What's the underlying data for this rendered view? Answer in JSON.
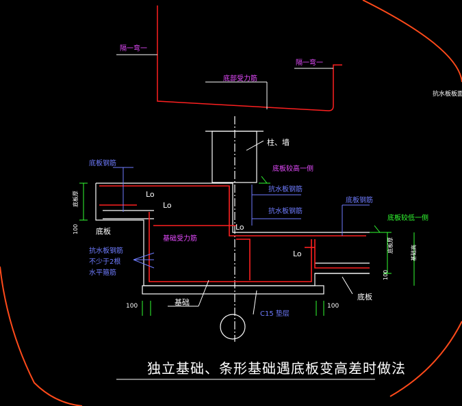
{
  "labels": {
    "gap_one_bend_left": "隔一弯一",
    "gap_one_bend_right": "隔一弯一",
    "bottom_main_rebar": "底部受力筋",
    "anti_water_slab_top_right": "抗水板板面筋",
    "column_wall": "柱、墙",
    "bottom_slab_rebar_left": "底板钢筋",
    "bottom_slab_raise_side": "底板较高一侧",
    "anti_water_rebar_1": "抗水板钢筋",
    "anti_water_rebar_2": "抗水板钢筋",
    "slab_thickness_left": "底板厚",
    "dim_100_left": "100",
    "bottom_slab_left": "底板",
    "foundation_main_rebar": "基础受力筋",
    "lo_1": "Lo",
    "lo_2": "Lo",
    "lo_3": "Lo",
    "lo_4": "Lo",
    "anti_water_rebar_note_1": "抗水板钢筋",
    "anti_water_rebar_note_2": "不少于2根",
    "anti_water_rebar_note_3": "水平箍筋",
    "bottom_slab_rebar_right": "底板钢筋",
    "bottom_slab_low_side": "底板较低一侧",
    "slab_thickness_right": "底板厚",
    "foundation_height": "基础高",
    "dim_100_right": "100",
    "bottom_slab_right": "底板",
    "foundation": "基础",
    "c15_cushion": "C15 垫层",
    "dim_100_bottom_left": "100",
    "dim_100_bottom_right": "100",
    "title": "独立基础、条形基础遇底板变高差时做法"
  },
  "colors": {
    "background": "#000000",
    "rebar_red": "#ff2020",
    "outline_white": "#ffffff",
    "text_blue": "#6f7cff",
    "text_magenta": "#e64bff",
    "text_green": "#32ff32",
    "dim_green": "#32ff32",
    "arc_orange": "#ff4a1a"
  }
}
